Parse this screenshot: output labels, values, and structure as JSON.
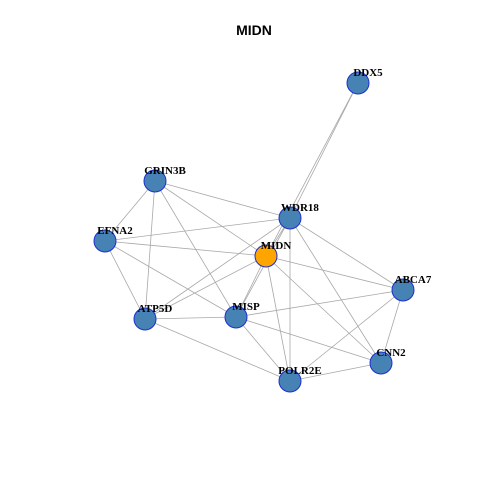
{
  "graph": {
    "title": "MIDN",
    "colors": {
      "node_default": "#4682b4",
      "node_focus": "#ffa500",
      "node_border": "#1c2fd0",
      "edge": "#a8a8a8"
    },
    "nodes": [
      {
        "id": "DDX5",
        "label": "DDX5",
        "focus": false
      },
      {
        "id": "GRIN3B",
        "label": "GRIN3B",
        "focus": false
      },
      {
        "id": "WDR18",
        "label": "WDR18",
        "focus": false
      },
      {
        "id": "EFNA2",
        "label": "EFNA2",
        "focus": false
      },
      {
        "id": "MIDN",
        "label": "MIDN",
        "focus": true
      },
      {
        "id": "ABCA7",
        "label": "ABCA7",
        "focus": false
      },
      {
        "id": "ATP5D",
        "label": "ATP5D",
        "focus": false
      },
      {
        "id": "MISP",
        "label": "MISP",
        "focus": false
      },
      {
        "id": "CNN2",
        "label": "CNN2",
        "focus": false
      },
      {
        "id": "POLR2E",
        "label": "POLR2E",
        "focus": false
      }
    ],
    "edges": [
      [
        "DDX5",
        "WDR18"
      ],
      [
        "DDX5",
        "MIDN"
      ],
      [
        "GRIN3B",
        "EFNA2"
      ],
      [
        "GRIN3B",
        "WDR18"
      ],
      [
        "GRIN3B",
        "MIDN"
      ],
      [
        "GRIN3B",
        "ATP5D"
      ],
      [
        "GRIN3B",
        "MISP"
      ],
      [
        "EFNA2",
        "WDR18"
      ],
      [
        "EFNA2",
        "MIDN"
      ],
      [
        "EFNA2",
        "ATP5D"
      ],
      [
        "EFNA2",
        "MISP"
      ],
      [
        "WDR18",
        "MIDN"
      ],
      [
        "WDR18",
        "ATP5D"
      ],
      [
        "WDR18",
        "MISP"
      ],
      [
        "WDR18",
        "ABCA7"
      ],
      [
        "WDR18",
        "CNN2"
      ],
      [
        "WDR18",
        "POLR2E"
      ],
      [
        "MIDN",
        "ABCA7"
      ],
      [
        "MIDN",
        "ATP5D"
      ],
      [
        "MIDN",
        "MISP"
      ],
      [
        "MIDN",
        "CNN2"
      ],
      [
        "MIDN",
        "POLR2E"
      ],
      [
        "ABCA7",
        "MISP"
      ],
      [
        "ABCA7",
        "CNN2"
      ],
      [
        "ABCA7",
        "POLR2E"
      ],
      [
        "ATP5D",
        "MISP"
      ],
      [
        "ATP5D",
        "POLR2E"
      ],
      [
        "MISP",
        "POLR2E"
      ],
      [
        "MISP",
        "CNN2"
      ],
      [
        "CNN2",
        "POLR2E"
      ]
    ]
  }
}
